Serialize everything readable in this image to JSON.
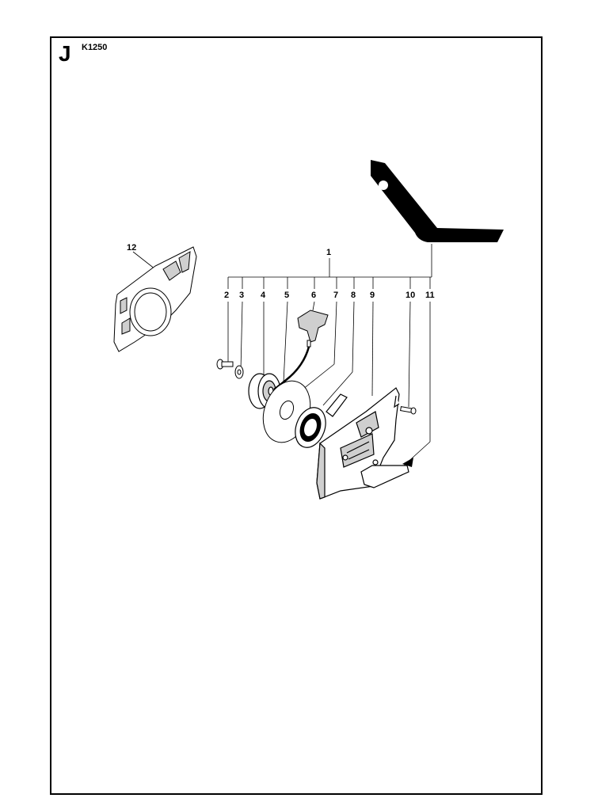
{
  "header": {
    "section_letter": "J",
    "model": "K1250"
  },
  "callouts": {
    "assembly": "1",
    "p2": "2",
    "p3": "3",
    "p4": "4",
    "p5": "5",
    "p6": "6",
    "p7": "7",
    "p8": "8",
    "p9": "9",
    "p10": "10",
    "p11": "11",
    "p12": "12"
  },
  "colors": {
    "ink": "#000000",
    "paper": "#ffffff",
    "shade": "#cfcfcf"
  }
}
